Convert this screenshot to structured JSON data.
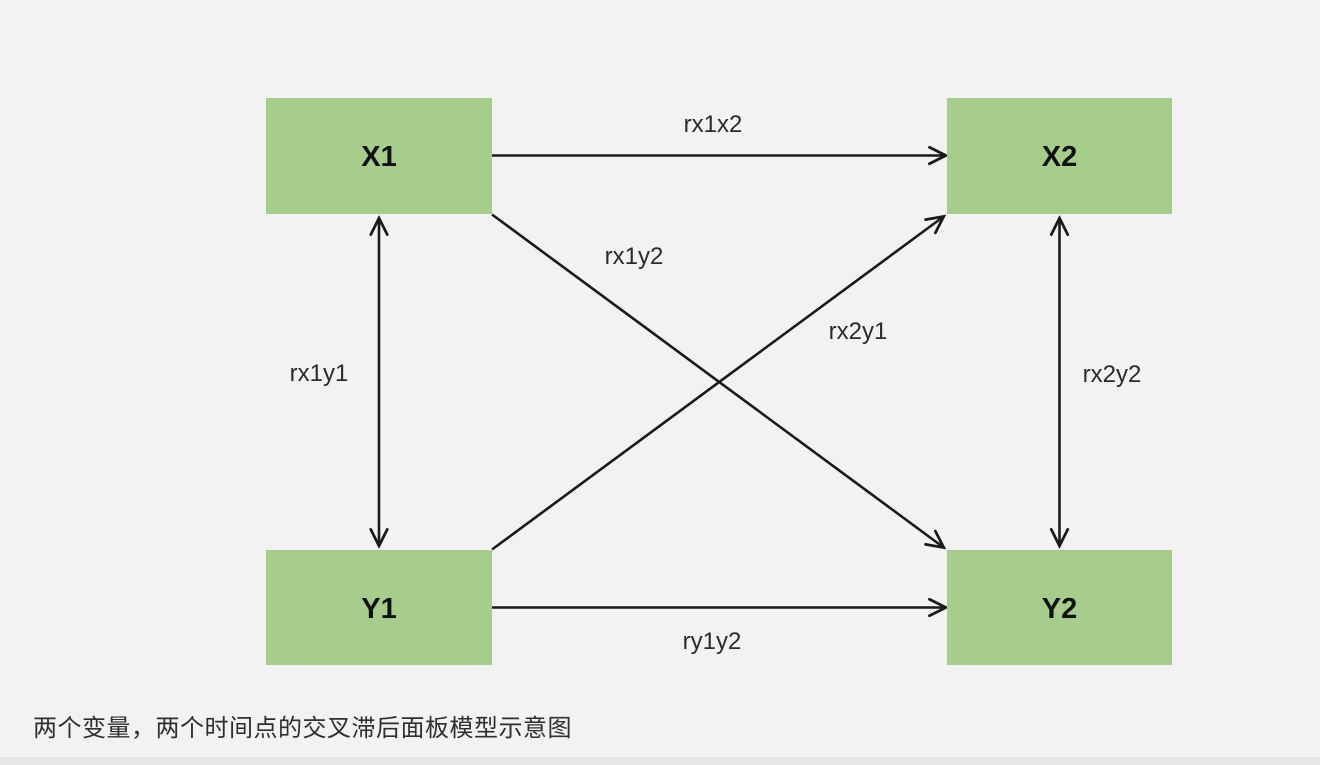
{
  "diagram": {
    "type": "cross-lagged-panel-model",
    "caption": "两个变量，两个时间点的交叉滞后面板模型示意图",
    "colors": {
      "background": "#f2f2f2",
      "node_fill": "#a6cd8b",
      "line": "#1a1a1a",
      "bottom_bar": "#e6e6e6"
    },
    "nodes": [
      {
        "id": "x1",
        "label": "X1"
      },
      {
        "id": "x2",
        "label": "X2"
      },
      {
        "id": "y1",
        "label": "Y1"
      },
      {
        "id": "y2",
        "label": "Y2"
      }
    ],
    "edges": [
      {
        "id": "rx1x2",
        "label": "rx1x2",
        "from": "X1",
        "to": "X2",
        "direction": "one-way"
      },
      {
        "id": "rx1y2",
        "label": "rx1y2",
        "from": "X1",
        "to": "Y2",
        "direction": "one-way"
      },
      {
        "id": "rx2y1",
        "label": "rx2y1",
        "from": "Y1",
        "to": "X2",
        "direction": "one-way"
      },
      {
        "id": "rx1y1",
        "label": "rx1y1",
        "from": "X1",
        "to": "Y1",
        "direction": "two-way"
      },
      {
        "id": "rx2y2",
        "label": "rx2y2",
        "from": "X2",
        "to": "Y2",
        "direction": "two-way"
      },
      {
        "id": "ry1y2",
        "label": "ry1y2",
        "from": "Y1",
        "to": "Y2",
        "direction": "one-way"
      }
    ]
  }
}
